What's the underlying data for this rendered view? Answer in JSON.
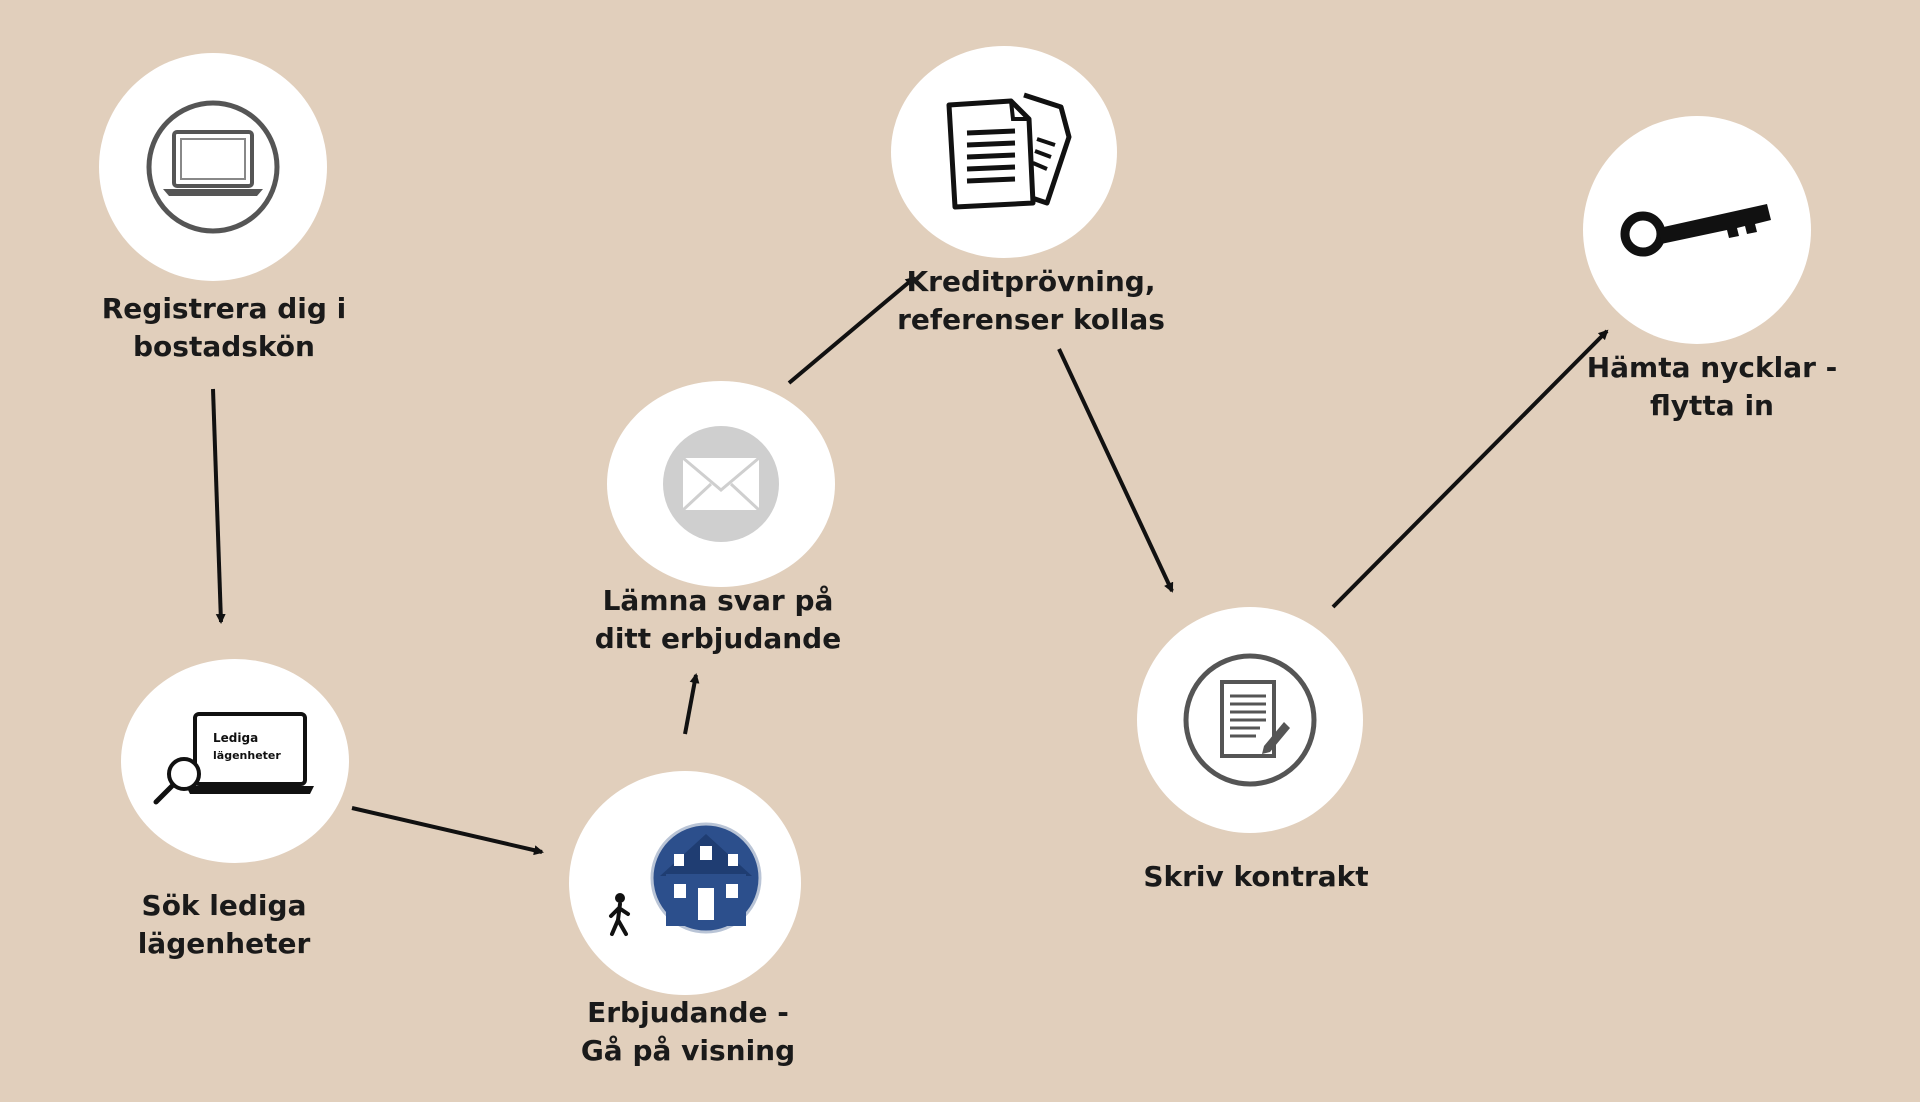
{
  "steps": [
    {
      "id": "register",
      "icon": "laptop-icon",
      "lines": [
        "Registrera dig i",
        "bostadskön"
      ]
    },
    {
      "id": "search",
      "icon": "laptop-search-icon",
      "screen_text": [
        "Lediga",
        "lägenheter"
      ],
      "lines": [
        "Sök lediga",
        "lägenheter"
      ]
    },
    {
      "id": "offer",
      "icon": "house-icon",
      "lines": [
        "Erbjudande -",
        "Gå på visning"
      ]
    },
    {
      "id": "reply",
      "icon": "envelope-icon",
      "lines": [
        "Lämna svar på",
        "ditt erbjudande"
      ]
    },
    {
      "id": "credit",
      "icon": "documents-icon",
      "lines": [
        "Kreditprövning,",
        "referenser kollas"
      ]
    },
    {
      "id": "contract",
      "icon": "contract-icon",
      "lines": [
        "Skriv kontrakt"
      ]
    },
    {
      "id": "keys",
      "icon": "key-icon",
      "lines": [
        "Hämta nycklar -",
        "flytta in"
      ]
    }
  ],
  "colors": {
    "background": "#e1cfbc",
    "circle": "#ffffff",
    "arrow": "#111111",
    "house": "#2c4f8c"
  }
}
